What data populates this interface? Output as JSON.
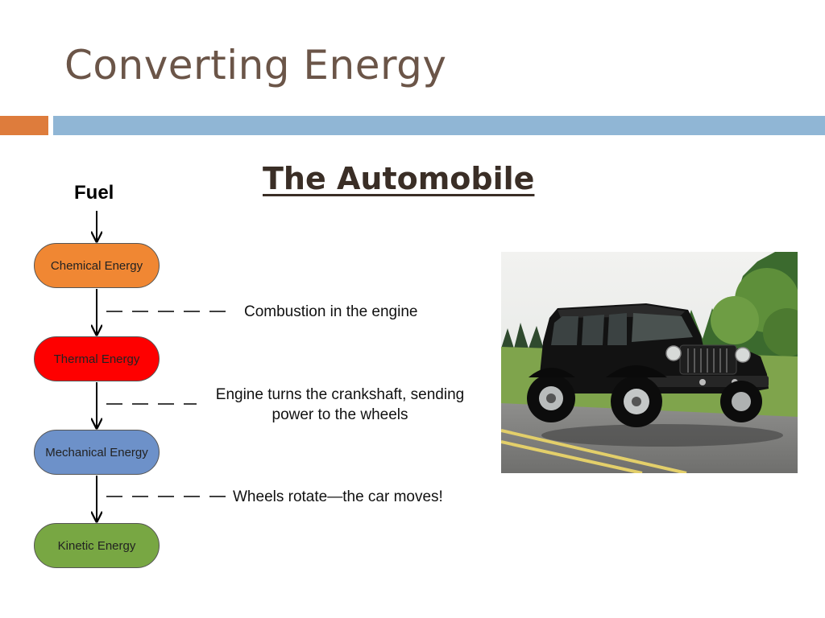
{
  "slide": {
    "title": "Converting Energy",
    "subtitle": "The Automobile"
  },
  "colors": {
    "title": "#6b5548",
    "band_orange": "#de7c3c",
    "band_blue": "#90b6d5"
  },
  "flow": {
    "source": "Fuel",
    "stages": [
      {
        "label": "Chemical Energy",
        "color": "#f08733"
      },
      {
        "label": "Thermal Energy",
        "color": "#fe0000"
      },
      {
        "label": "Mechanical Energy",
        "color": "#6d91c9"
      },
      {
        "label": "Kinetic Energy",
        "color": "#78a743"
      }
    ],
    "steps": [
      {
        "line1": "Combustion in the engine",
        "line2": ""
      },
      {
        "line1": "Engine turns the crankshaft, sending",
        "line2": "power to the wheels"
      },
      {
        "line1": "Wheels rotate—the car moves!",
        "line2": ""
      }
    ]
  },
  "photo": {
    "subject": "black jeep driving on road"
  }
}
